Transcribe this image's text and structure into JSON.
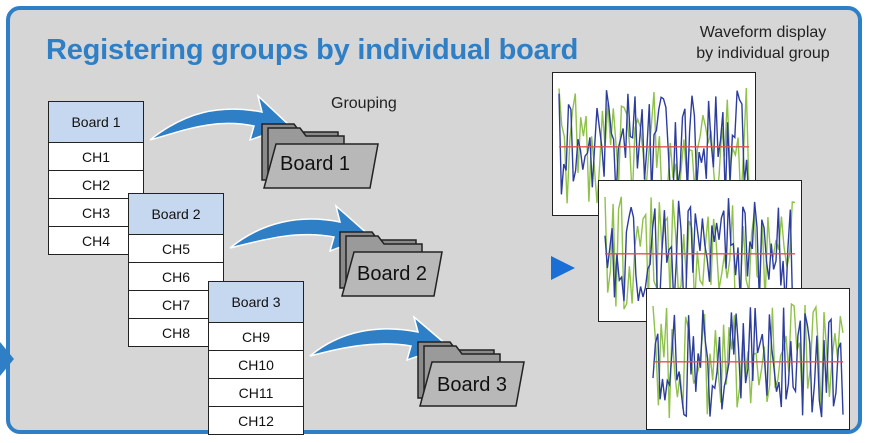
{
  "title": "Registering groups by individual board",
  "waveform_label": [
    "Waveform display",
    "by individual group"
  ],
  "grouping_label": "Grouping",
  "boards": [
    {
      "name": "Board 1",
      "channels": [
        "CH1",
        "CH2",
        "CH3",
        "CH4"
      ],
      "folder_label": "Board 1"
    },
    {
      "name": "Board 2",
      "channels": [
        "CH5",
        "CH6",
        "CH7",
        "CH8"
      ],
      "folder_label": "Board 2"
    },
    {
      "name": "Board 3",
      "channels": [
        "CH9",
        "CH10",
        "CH11",
        "CH12"
      ],
      "folder_label": "Board 3"
    }
  ],
  "colors": {
    "accent": "#2e7fc6",
    "panel": "#d6d6d6",
    "board_header": "#c6d8ef",
    "wave_blue": "#2c3d9e",
    "wave_green": "#8fc24a",
    "wave_red": "#e05050"
  }
}
